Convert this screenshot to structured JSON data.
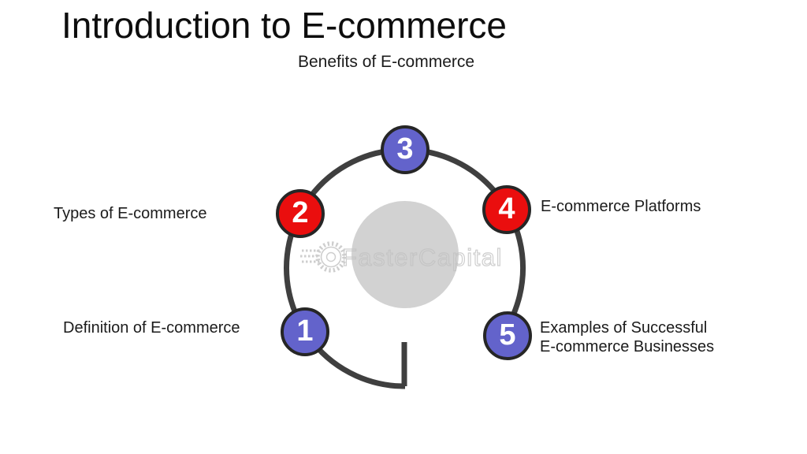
{
  "slide": {
    "title": "Introduction to E-commerce",
    "watermark": "FasterCapital"
  },
  "colors": {
    "node_purple": "#6363cb",
    "node_red": "#ea0e0e",
    "node_border": "#262626",
    "ring": "#3f3f3f",
    "center_circle": "#d2d2d2",
    "watermark_gray": "#c2c2c2",
    "text": "#1b1b1b"
  },
  "diagram": {
    "type": "cycle",
    "nodes": [
      {
        "number": "1",
        "label": "Definition of E-commerce",
        "color": "purple",
        "position": "bottom-left"
      },
      {
        "number": "2",
        "label": "Types of E-commerce",
        "color": "red",
        "position": "left"
      },
      {
        "number": "3",
        "label": "Benefits of E-commerce",
        "color": "purple",
        "position": "top"
      },
      {
        "number": "4",
        "label": "E-commerce Platforms",
        "color": "red",
        "position": "right"
      },
      {
        "number": "5",
        "label": "Examples of Successful E-commerce Businesses",
        "color": "purple",
        "position": "bottom-right"
      }
    ]
  }
}
